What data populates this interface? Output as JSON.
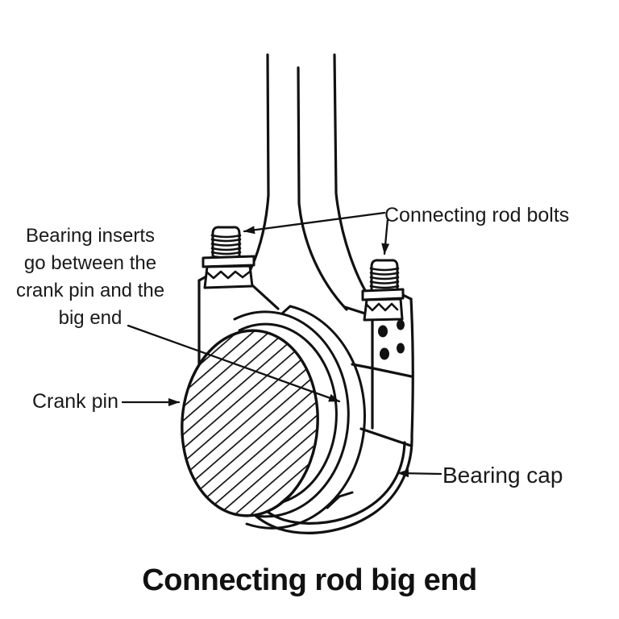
{
  "figure": {
    "title": "Connecting rod big end",
    "labels": {
      "connecting_rod_bolts": "Connecting rod bolts",
      "bearing_inserts": "Bearing inserts\ngo between the\ncrank pin and the\nbig end",
      "crank_pin": "Crank pin",
      "bearing_cap": "Bearing cap"
    },
    "colors": {
      "ink": "#111111",
      "background": "#ffffff"
    }
  }
}
